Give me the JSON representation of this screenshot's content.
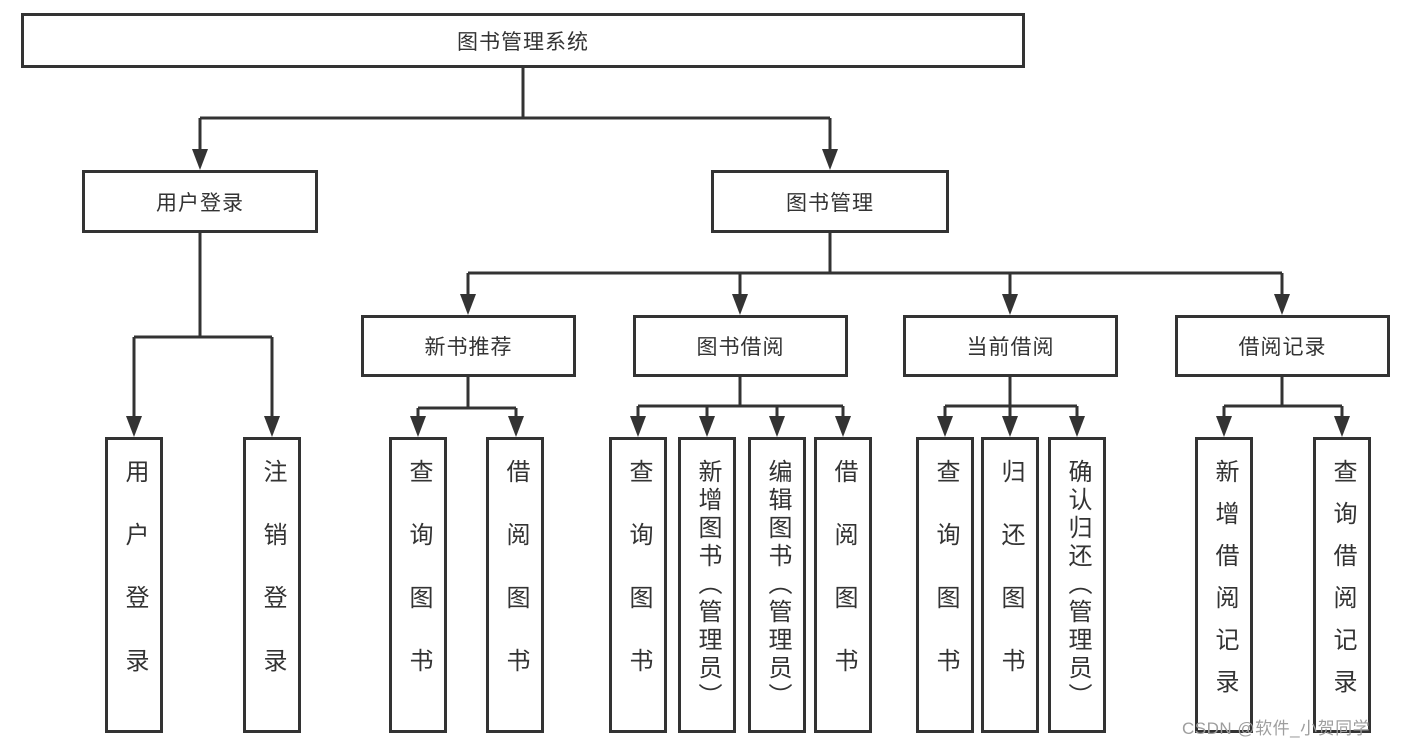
{
  "page": {
    "background": "#ffffff",
    "line_color": "#333333",
    "text_color": "#333333",
    "watermark": {
      "text": "CSDN @软件_小贺同学",
      "color": "#9e9e9e"
    }
  },
  "tree": {
    "root": {
      "label": "图书管理系统"
    },
    "level2": [
      {
        "label": "用户登录"
      },
      {
        "label": "图书管理"
      }
    ],
    "level3": [
      {
        "label": "新书推荐",
        "parent": "图书管理"
      },
      {
        "label": "图书借阅",
        "parent": "图书管理"
      },
      {
        "label": "当前借阅",
        "parent": "图书管理"
      },
      {
        "label": "借阅记录",
        "parent": "图书管理"
      }
    ],
    "leaves": [
      {
        "label": "用户登录",
        "parent": "用户登录"
      },
      {
        "label": "注销登录",
        "parent": "用户登录"
      },
      {
        "label": "查询图书",
        "parent": "新书推荐"
      },
      {
        "label": "借阅图书",
        "parent": "新书推荐"
      },
      {
        "label": "查询图书",
        "parent": "图书借阅"
      },
      {
        "label": "新增图书（管理员）",
        "parent": "图书借阅"
      },
      {
        "label": "编辑图书（管理员）",
        "parent": "图书借阅"
      },
      {
        "label": "借阅图书",
        "parent": "图书借阅"
      },
      {
        "label": "查询图书",
        "parent": "当前借阅"
      },
      {
        "label": "归还图书",
        "parent": "当前借阅"
      },
      {
        "label": "确认归还（管理员）",
        "parent": "当前借阅"
      },
      {
        "label": "新增借阅记录",
        "parent": "借阅记录"
      },
      {
        "label": "查询借阅记录",
        "parent": "借阅记录"
      }
    ]
  }
}
